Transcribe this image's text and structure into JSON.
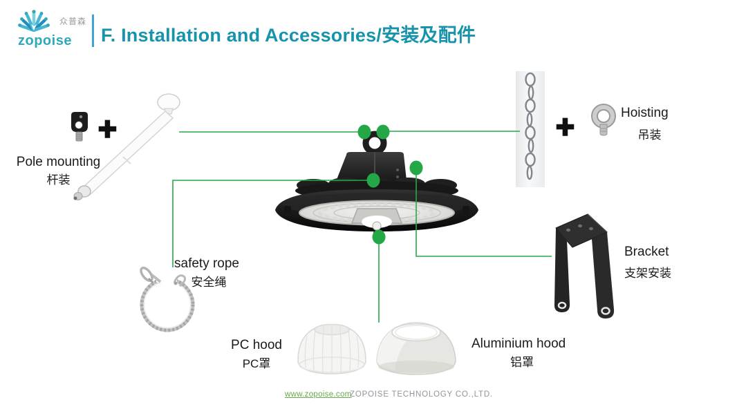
{
  "header": {
    "logo_text": "zopoise",
    "logo_cn": "众普森",
    "title": "F. Installation and Accessories/安装及配件"
  },
  "plus_sign": "+",
  "accessories": {
    "pole_mounting": {
      "en": "Pole mounting",
      "cn": "杆装"
    },
    "hoisting": {
      "en": "Hoisting",
      "cn": "吊装"
    },
    "safety_rope": {
      "en": "safety rope",
      "cn": "安全绳"
    },
    "bracket": {
      "en": "Bracket",
      "cn": "支架安装"
    },
    "pc_hood": {
      "en": "PC hood",
      "cn": "PC罩"
    },
    "aluminium_hood": {
      "en": "Aluminium hood",
      "cn": "铝罩"
    }
  },
  "footer": {
    "url": "www.zopoise.com",
    "company": "ZOPOISE TECHNOLOGY CO.,LTD."
  },
  "colors": {
    "title_teal": "#1794ab",
    "divider_blue": "#3fa3d4",
    "connector_green": "#27a84a",
    "footer_link_green": "#6aa84c"
  }
}
